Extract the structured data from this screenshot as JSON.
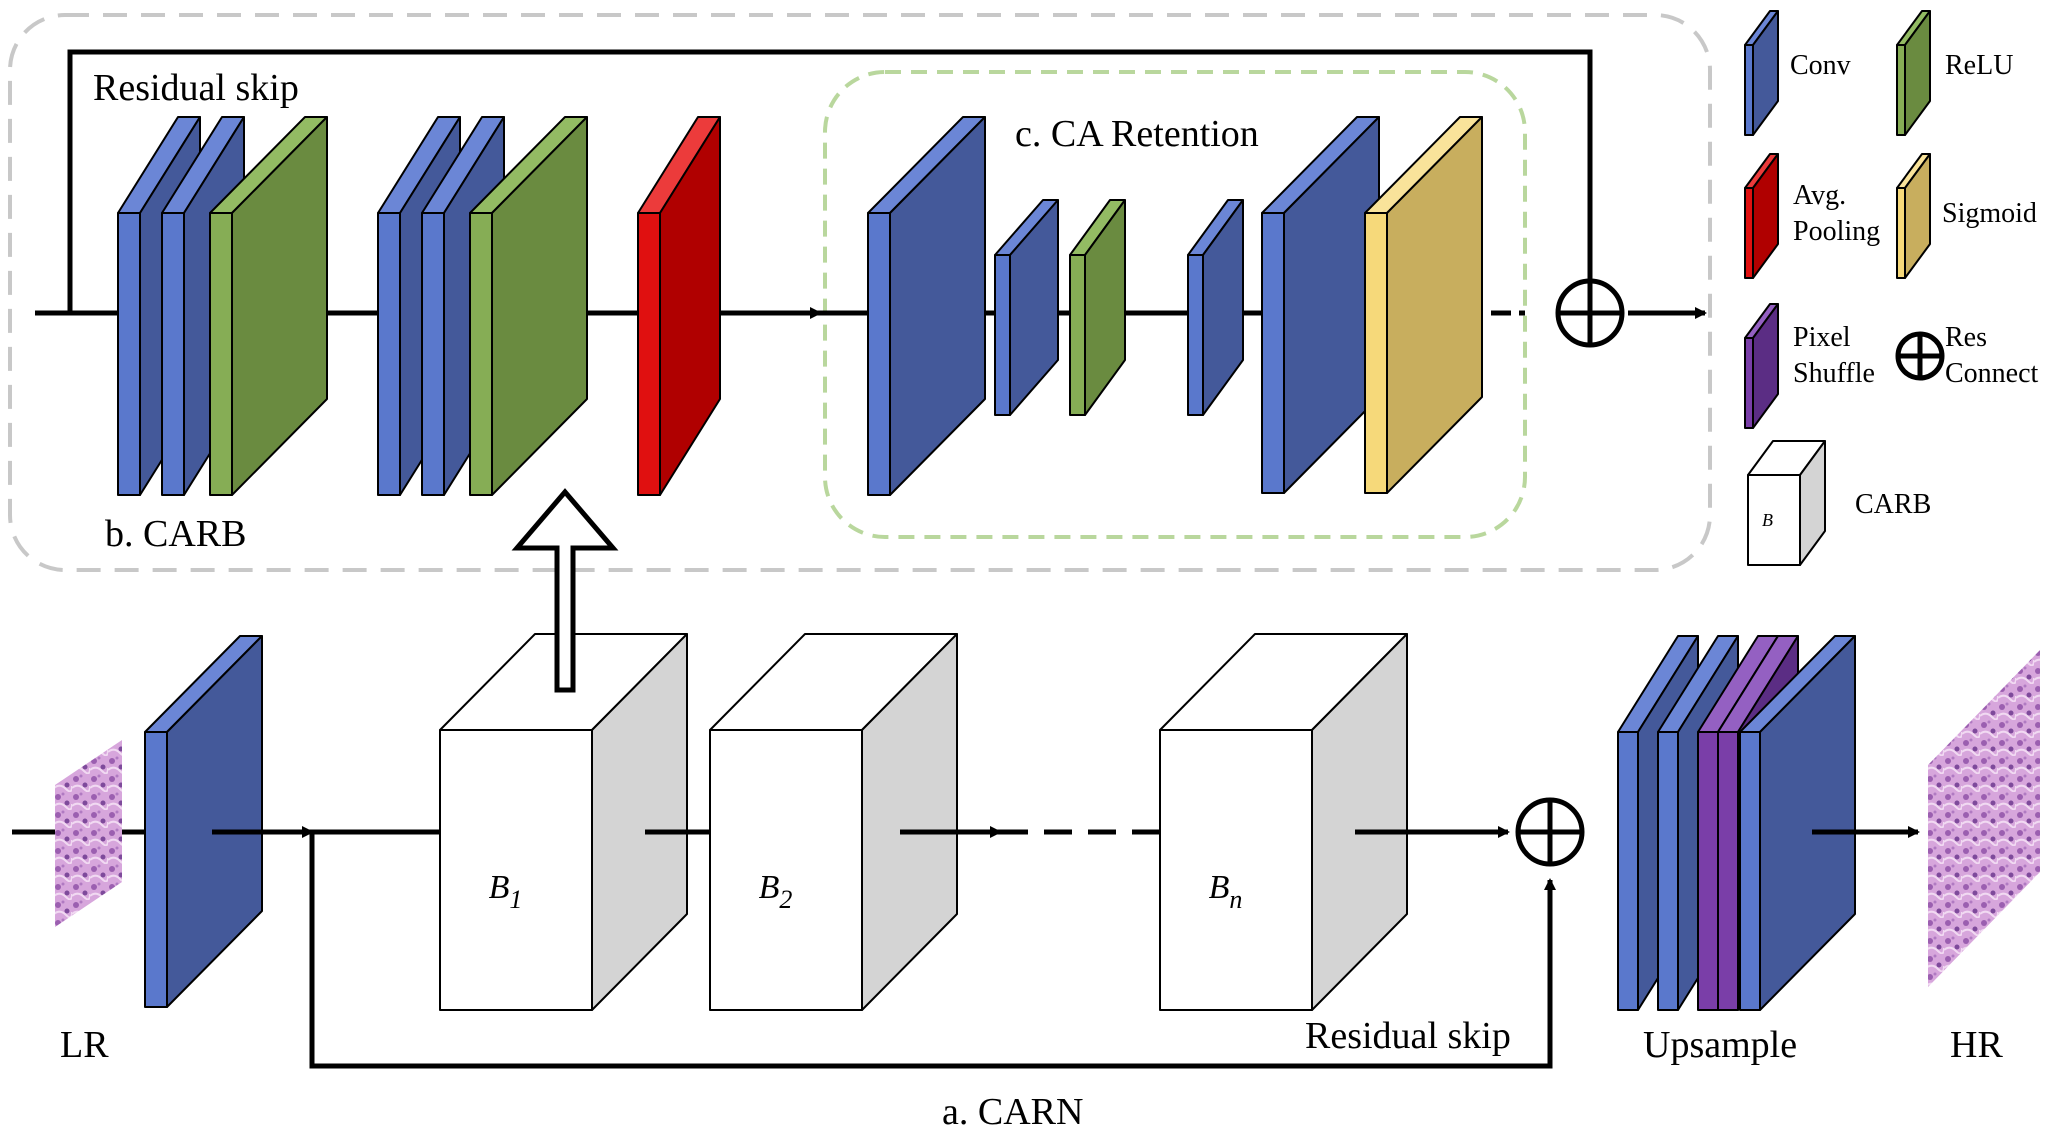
{
  "colors": {
    "conv": "#44599a",
    "conv_side": "#5a78cc",
    "conv_top": "#6b86d6",
    "relu": "#6a8b40",
    "relu_side": "#86ad55",
    "relu_top": "#93bb63",
    "pool": "#b00000",
    "pool_side": "#e01010",
    "pool_top": "#ec3b3b",
    "sigmoid": "#c8ae5e",
    "sigmoid_side": "#f6d97a",
    "sigmoid_top": "#f9e39a",
    "pixel_shuffle": "#5b2d84",
    "pixel_shuffle_side": "#7a3ea8",
    "pixel_shuffle_top": "#9460c2",
    "carb_face": "#ffffff",
    "carb_side": "#d4d4d4",
    "outer_dash": "#c8c8c8",
    "ca_dash": "#b9d79d"
  },
  "labels": {
    "residual_skip_top": "Residual skip",
    "carb_section": "b. CARB",
    "ca_section": "c. CA Retention",
    "lr": "LR",
    "hr": "HR",
    "upsample": "Upsample",
    "carn_caption": "a. CARN",
    "residual_skip_bottom": "Residual skip"
  },
  "blocks": [
    {
      "name": "B",
      "sub": "1"
    },
    {
      "name": "B",
      "sub": "2"
    },
    {
      "name": "B",
      "sub": "n"
    }
  ],
  "legend": {
    "conv": "Conv",
    "relu": "ReLU",
    "avg_pooling_1": "Avg.",
    "avg_pooling_2": "Pooling",
    "sigmoid": "Sigmoid",
    "pixel_shuffle_1": "Pixel",
    "pixel_shuffle_2": "Shuffle",
    "res_connect_1": "Res",
    "res_connect_2": "Connect",
    "carb": "CARB",
    "carb_icon_letter": "B"
  },
  "icons": [
    "plus-circle-icon",
    "arrow-right-icon",
    "hollow-up-arrow-icon",
    "tissue-image-lr",
    "tissue-image-hr"
  ]
}
